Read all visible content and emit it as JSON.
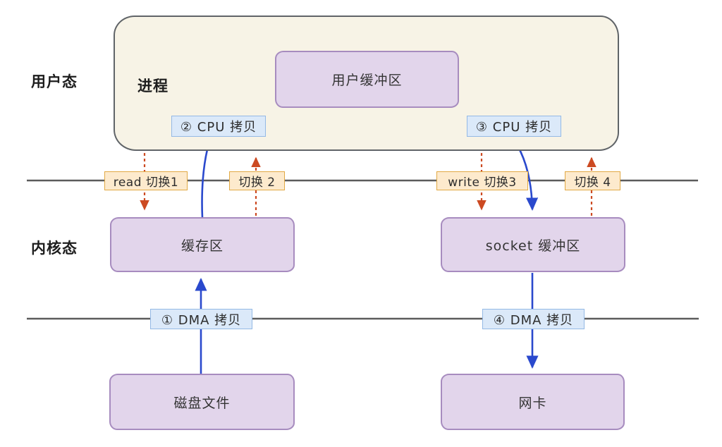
{
  "diagram": {
    "regions": {
      "user_mode": "用户态",
      "kernel_mode": "内核态"
    },
    "process": {
      "label": "进程"
    },
    "nodes": {
      "user_buffer": "用户缓冲区",
      "kernel_buffer": "缓存区",
      "socket_buffer": "socket 缓冲区",
      "disk_file": "磁盘文件",
      "nic": "网卡"
    },
    "copy_labels": {
      "cpu_copy_2": "② CPU 拷贝",
      "cpu_copy_3": "③ CPU 拷贝",
      "dma_copy_1": "① DMA 拷贝",
      "dma_copy_4": "④ DMA 拷贝"
    },
    "switch_labels": {
      "read_switch_1": "read 切换1",
      "switch_2": "切换 2",
      "write_switch_3": "write 切换3",
      "switch_4": "切换 4"
    },
    "colors": {
      "process_fill": "#f7f3e6",
      "process_border": "#606468",
      "node_fill": "#e2d5eb",
      "node_border": "#a78cbf",
      "cpu_dma_label_fill": "#dbe9f9",
      "cpu_dma_label_border": "#94b9e5",
      "switch_label_fill": "#fdeacd",
      "switch_label_border": "#e2a944",
      "data_arrow": "#2a49cd",
      "switch_arrow": "#cc4a22",
      "boundary_line": "#5b5b5b"
    }
  }
}
